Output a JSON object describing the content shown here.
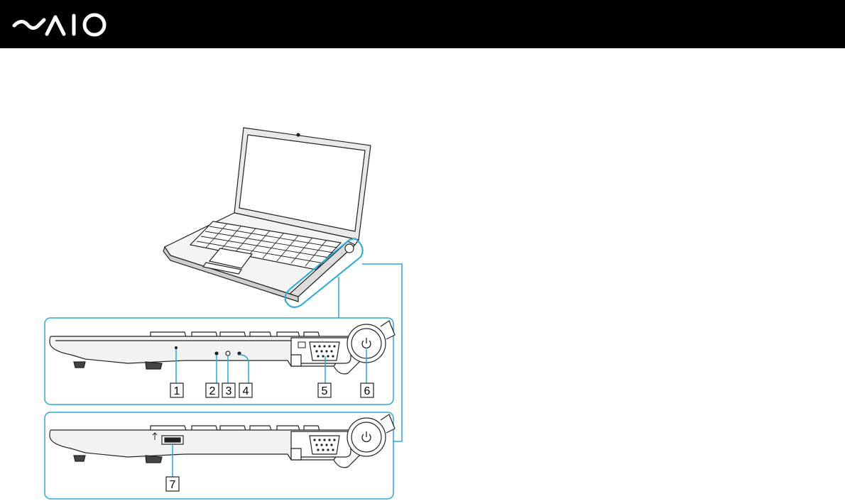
{
  "header": {
    "logo_text": "VAIO",
    "logo_icon": "vaio-logo"
  },
  "figure": {
    "panels": [
      {
        "name": "right-side-view",
        "callouts": [
          {
            "number": "1"
          },
          {
            "number": "2"
          },
          {
            "number": "3"
          },
          {
            "number": "4"
          },
          {
            "number": "5"
          },
          {
            "number": "6"
          }
        ]
      },
      {
        "name": "right-side-view-alt",
        "callouts": [
          {
            "number": "7"
          }
        ]
      }
    ],
    "icons": [
      "power-icon",
      "usb-icon",
      "monitor-icon"
    ]
  },
  "colors": {
    "header_bg": "#000000",
    "logo": "#ffffff",
    "accent": "#29a9d8",
    "drawing": "#222222"
  }
}
